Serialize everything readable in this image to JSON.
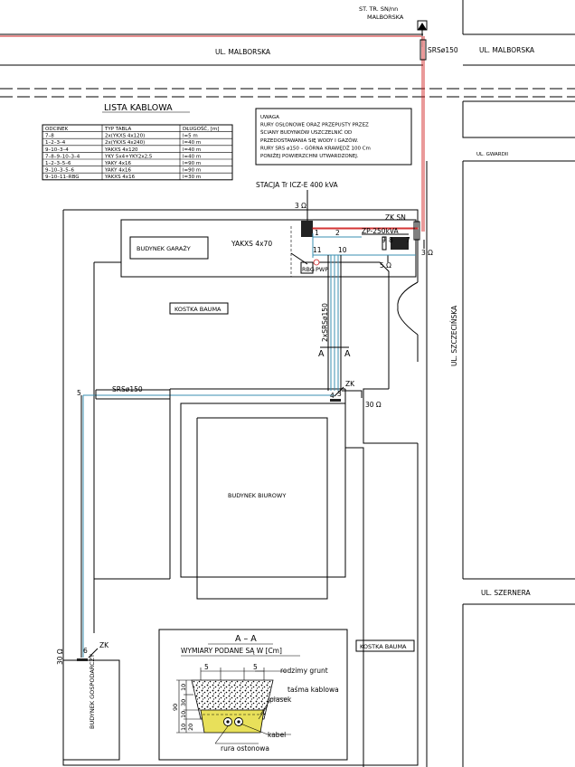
{
  "labels": {
    "station_top": "ST. TR. SN/nn",
    "station_top2": "MALBORSKA",
    "srs_top": "SRSø150",
    "street_malborska": "UL. MALBORSKA",
    "street_gwardii": "UL. GWARDII",
    "street_szczecinska": "UL. SZCZECIŃSKA",
    "street_szernera": "UL. SZERNERA",
    "cable_list_title": "LISTA KABLOWA",
    "station_label": "STACJA Tr ICZ-E 400 kVA",
    "garage": "BUDYNEK GARAŻY",
    "yakxs": "YAKXS 4x70",
    "kostka_top": "KOSTKA BAUMA",
    "kostka_bottom": "KOSTKA BAUMA",
    "office": "BUDYNEK BIUROWY",
    "utility": "BUDYNEK GOSPODARCZY",
    "srs_left": "SRSø150",
    "srs_vertical": "2xSRSø150",
    "zk_sn": "ZK SN",
    "zp": "ZP-250kVA",
    "rbg": "RBG",
    "pwp": "PWP",
    "zk_mid": "ZK",
    "zk_low": "ZK",
    "ohm_3_top": "3 Ω",
    "ohm_3_right": "3 Ω",
    "ohm_5": "5 Ω",
    "ohm_30_mid": "30 Ω",
    "ohm_30_low": "30 Ω",
    "section_a1": "A",
    "section_a2": "A",
    "node_1": "1",
    "node_2": "2",
    "node_3": "3",
    "node_4": "4",
    "node_5": "5",
    "node_6": "6",
    "node_7": "7",
    "node_8": "8",
    "node_9": "9",
    "node_10": "10",
    "node_11": "11",
    "section_title": "A – A",
    "dims_title": "WYMIARY PODANE SĄ W [Cm]",
    "dim_5a": "5",
    "dim_5b": "5",
    "dim_90": "90",
    "dim_10a": "10",
    "dim_30": "30",
    "dim_10b": "10",
    "dim_10c": "10",
    "dim_20": "20",
    "legend_soil": "rodzimy grunt",
    "legend_tape": "taśma kablowa",
    "legend_sand": "piasek",
    "legend_cable": "kabel",
    "legend_pipe": "rura ostonowa"
  },
  "note": [
    "UWAGA",
    "RURY OSŁONOWE ORAZ PRZEPUSTY PRZEZ",
    "ŚCIANY BUDYNKÓW USZCZELNIĆ OD",
    "PRZEDOSTAWANIA SIĘ WODY I GAZÓW.",
    "RURY SRS ø150 – GÓRNA KRAWĘDŹ 100 Cm",
    "PONIŻEJ POWIERZCHNI UTWARDZONEJ."
  ],
  "cable_table": {
    "headers": [
      "ODCINEK",
      "TYP TABLA",
      "DŁUGOŚĆ, [m]"
    ],
    "rows": [
      [
        "7–8",
        "2x(YKXS 4x120)",
        "l=5 m"
      ],
      [
        "1–2–3–4",
        "2x(YKXS 4x240)",
        "l=40 m"
      ],
      [
        "9–10–3–4",
        "YAKXS 4x120",
        "l=40 m"
      ],
      [
        "7–8–9–10–3–4",
        "YKY 5x4+YKY2x2,5",
        "l=40 m"
      ],
      [
        "1–2–3–5–6",
        "YAKY 4x16",
        "l=90 m"
      ],
      [
        "9–10–3–5–6",
        "YAKY 4x16",
        "l=90 m"
      ],
      [
        "9–10–11–RBG",
        "YAKXS 4x16",
        "l=30 m"
      ]
    ]
  },
  "colors": {
    "cable": "#3a8fb0",
    "power_line": "#d02020",
    "sand": "#e8e05a",
    "lines": "#000000"
  }
}
